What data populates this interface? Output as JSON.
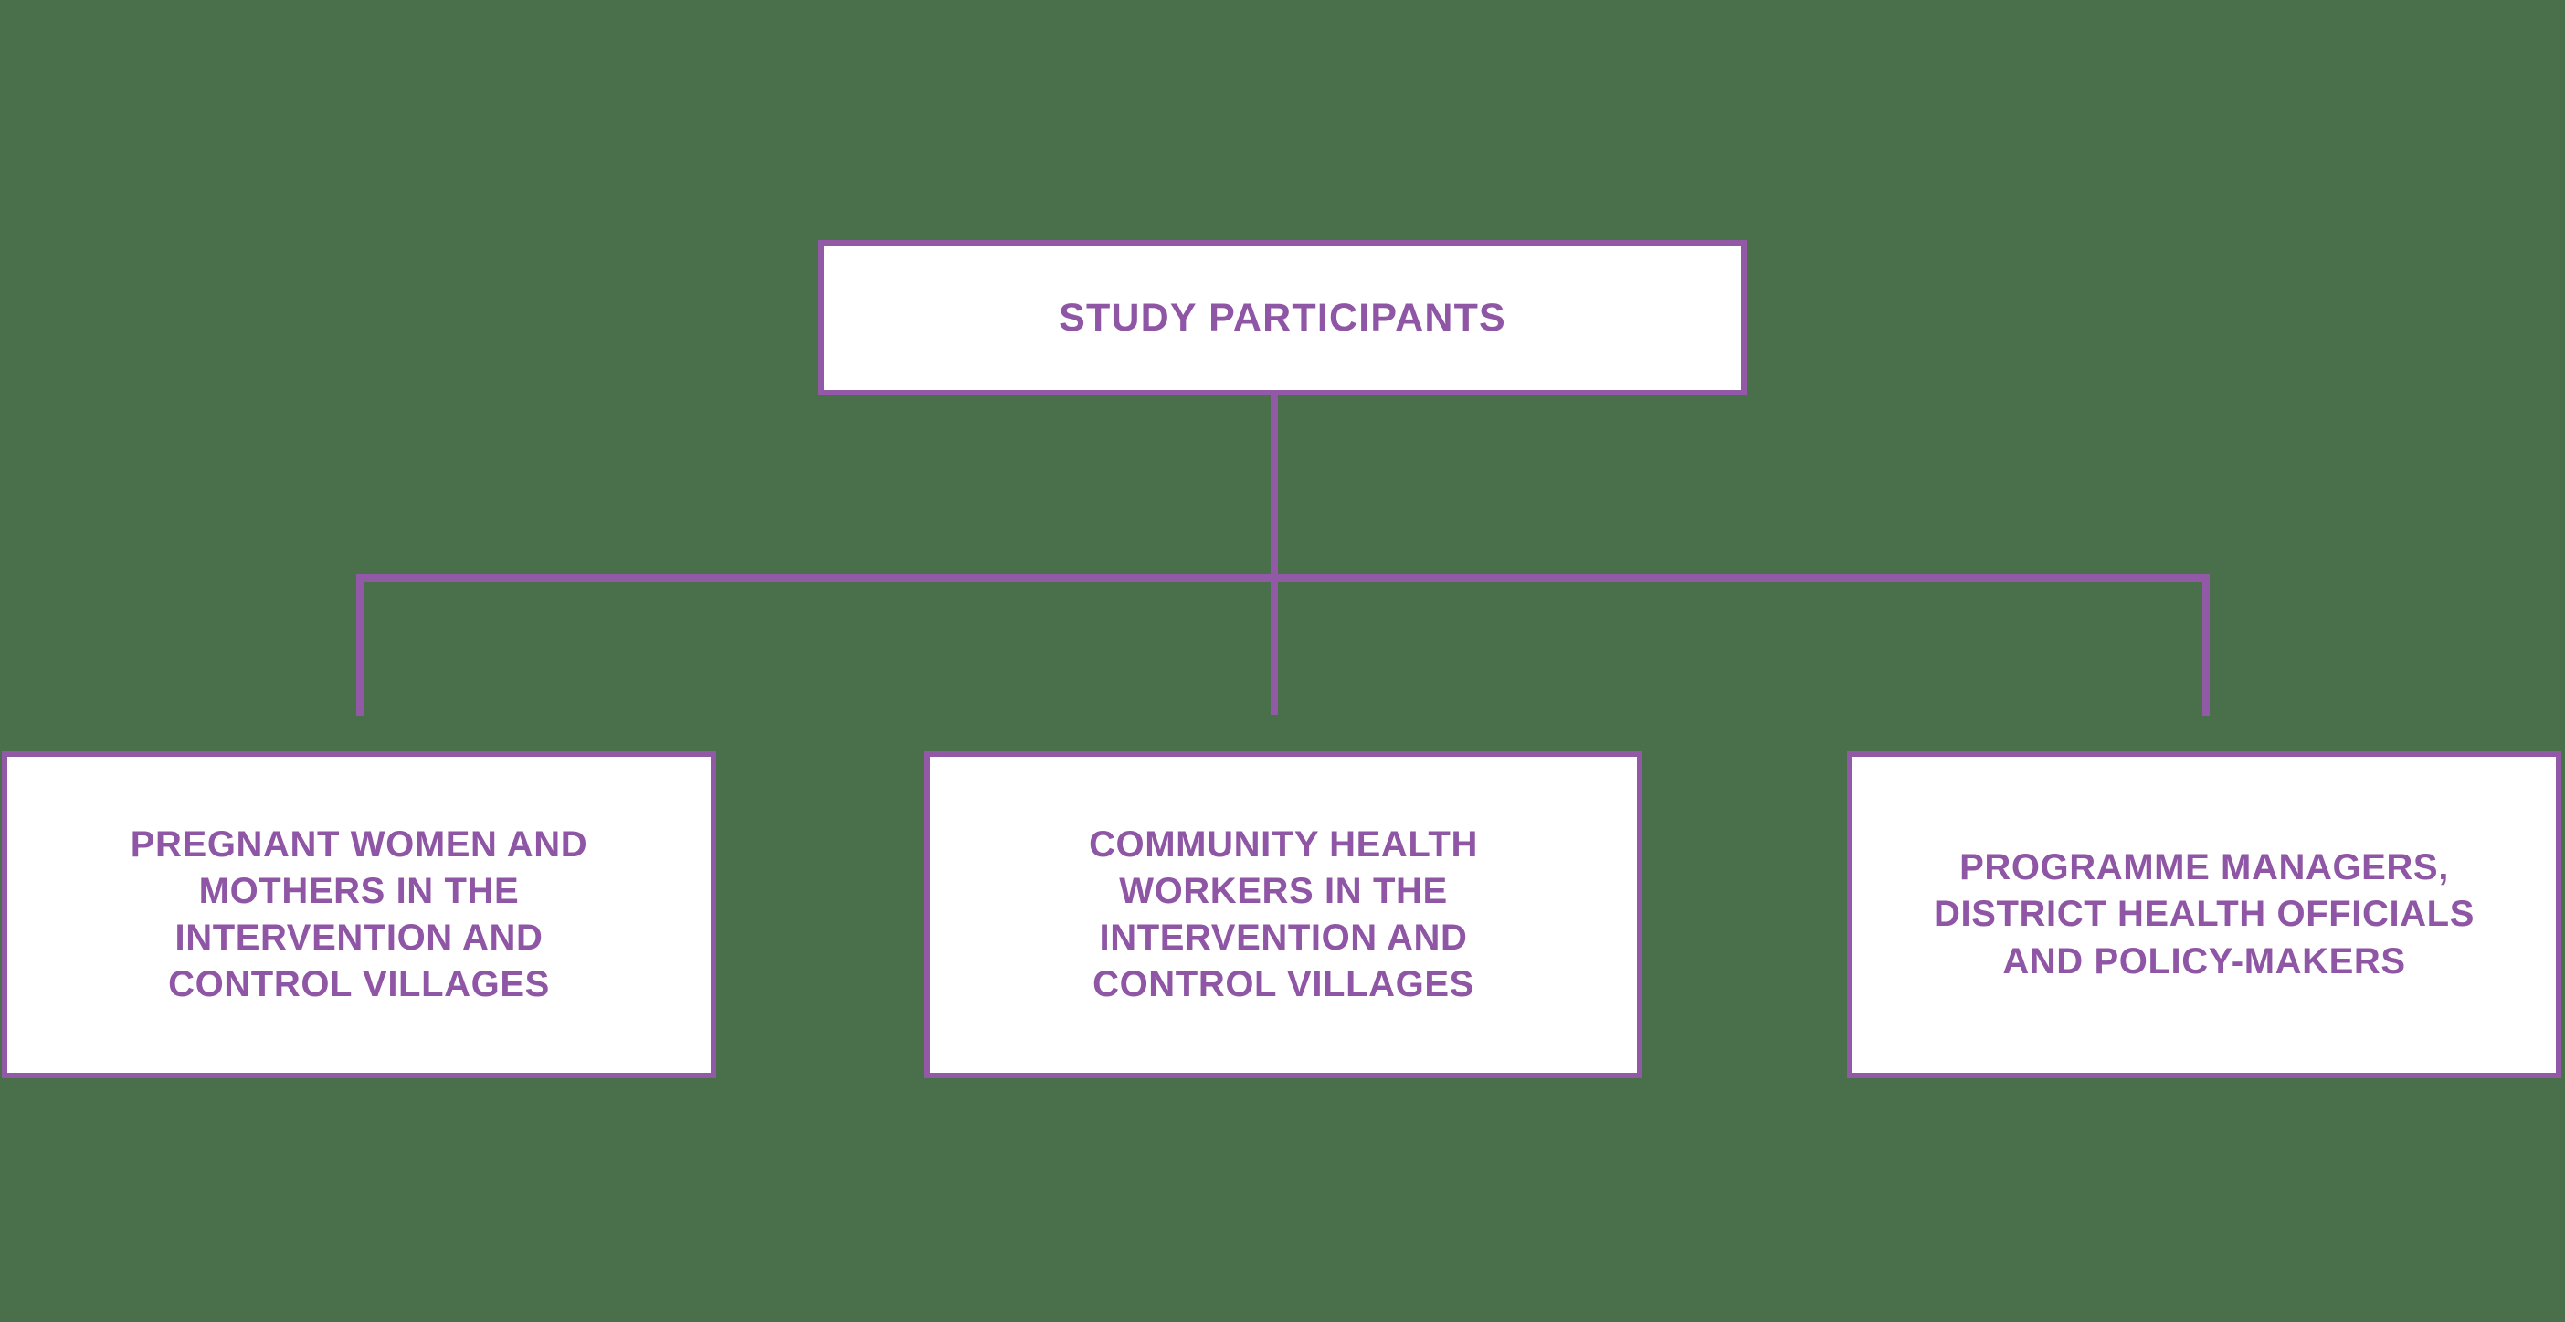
{
  "diagram": {
    "title": "Study Participants",
    "type": "organisational-tree",
    "colors": {
      "background": "#4a704b",
      "box_fill": "#ffffff",
      "box_border": "#9159a6",
      "text": "#8e56a4",
      "connector": "#9159a6"
    },
    "root": {
      "id": "study-participants",
      "label": "STUDY PARTICIPANTS"
    },
    "children": [
      {
        "id": "pregnant-women-and-mothers",
        "label": "PREGNANT WOMEN AND MOTHERS IN THE INTERVENTION AND CONTROL VILLAGES"
      },
      {
        "id": "community-health-workers",
        "label": "COMMUNITY HEALTH WORKERS IN THE INTERVENTION AND CONTROL VILLAGES"
      },
      {
        "id": "programme-managers-officials-policymakers",
        "label": "PROGRAMME MANAGERS, DISTRICT HEALTH OFFICIALS AND POLICY-MAKERS"
      }
    ]
  }
}
